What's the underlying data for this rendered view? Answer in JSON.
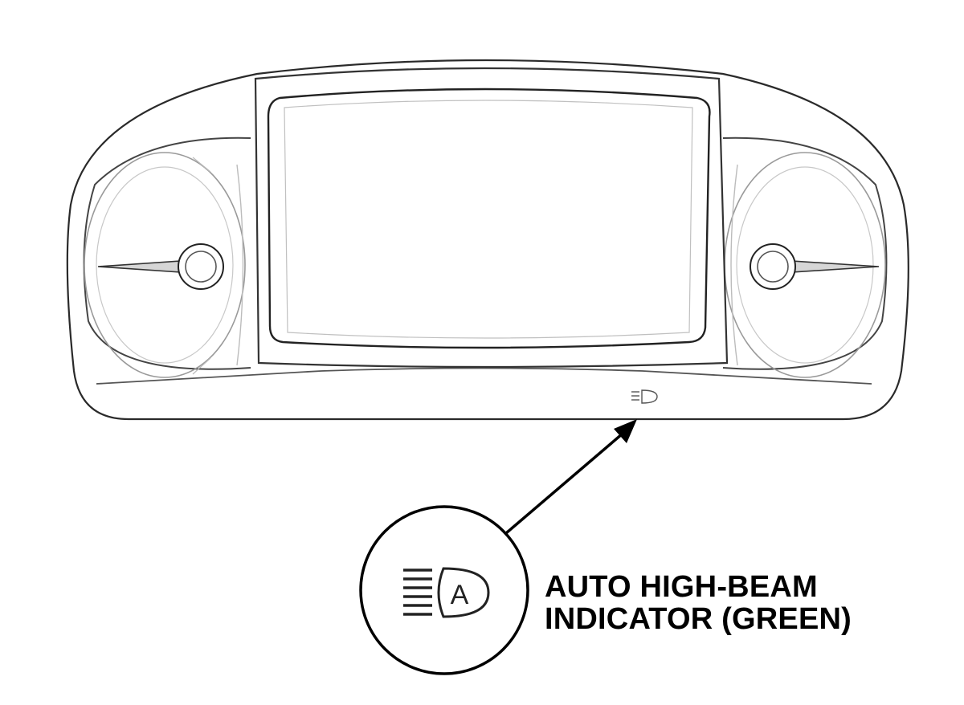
{
  "callout": {
    "label_line1": "AUTO HIGH-BEAM",
    "label_line2": "INDICATOR (GREEN)",
    "icon": "auto-high-beam-icon",
    "icon_letter": "A"
  },
  "colors": {
    "line": "#1a1a1a",
    "light_line": "#b5b5b5",
    "background": "#ffffff"
  }
}
